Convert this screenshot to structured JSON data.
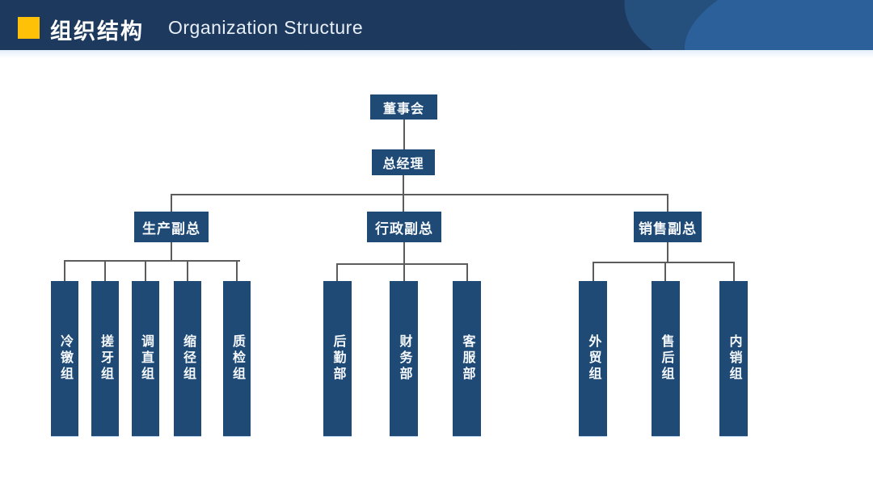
{
  "header": {
    "title_zh": "组织结构",
    "title_en": "Organization Structure",
    "accent_color": "#FFC107",
    "background_color": "#1D3A5E"
  },
  "colors": {
    "node_box": "#1F4A76",
    "connector_line": "#5C5C5C",
    "node_text": "#FFFFFF"
  },
  "chart_data": {
    "type": "org-chart",
    "root": {
      "label": "董事会"
    },
    "level1": {
      "label": "总经理"
    },
    "branches": [
      {
        "label": "生产副总",
        "children": [
          {
            "label": "冷镦组"
          },
          {
            "label": "搓牙组"
          },
          {
            "label": "调直组"
          },
          {
            "label": "缩径组"
          },
          {
            "label": "质检组"
          }
        ]
      },
      {
        "label": "行政副总",
        "children": [
          {
            "label": "后勤部"
          },
          {
            "label": "财务部"
          },
          {
            "label": "客服部"
          }
        ]
      },
      {
        "label": "销售副总",
        "children": [
          {
            "label": "外贸组"
          },
          {
            "label": "售后组"
          },
          {
            "label": "内销组"
          }
        ]
      }
    ]
  }
}
